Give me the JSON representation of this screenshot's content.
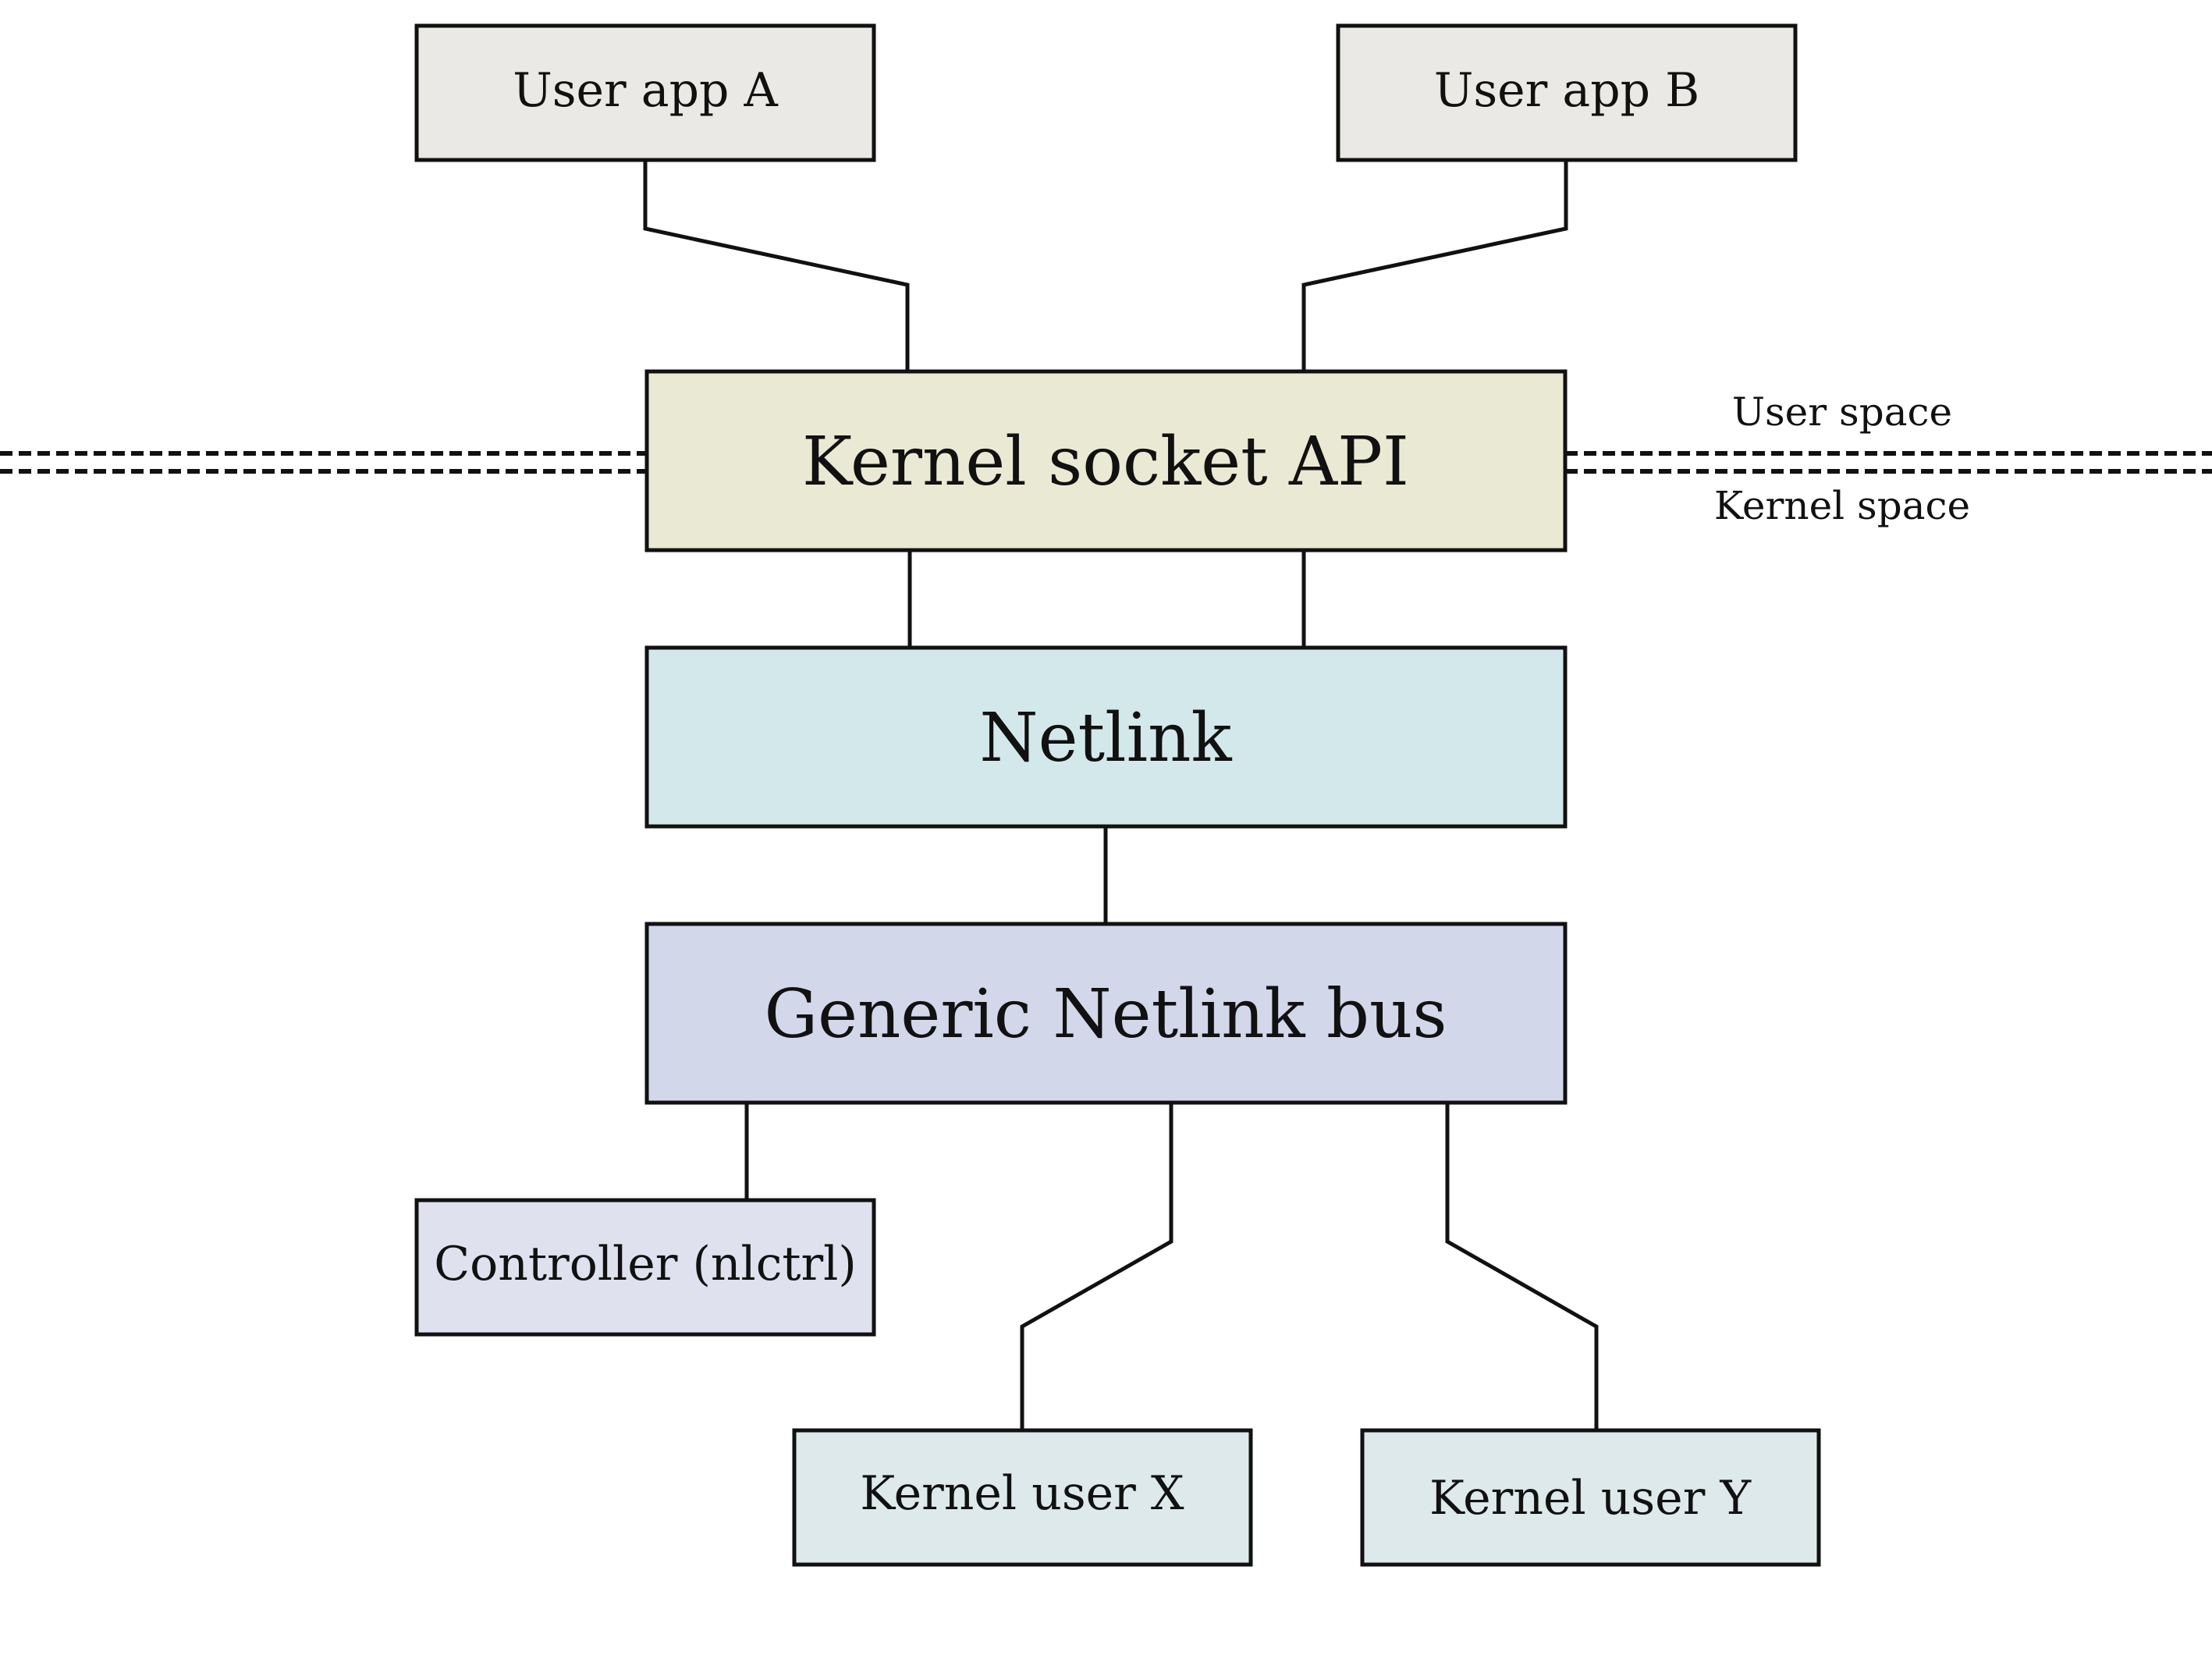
{
  "nodes": {
    "user_app_a": {
      "label": "User app A",
      "fill": "#eae9e5"
    },
    "user_app_b": {
      "label": "User app B",
      "fill": "#eae9e5"
    },
    "kernel_socket_api": {
      "label": "Kernel socket API",
      "fill": "#eae9d3"
    },
    "netlink": {
      "label": "Netlink",
      "fill": "#d3e8eb"
    },
    "generic_netlink_bus": {
      "label": "Generic Netlink bus",
      "fill": "#d3d7ea"
    },
    "controller": {
      "label": "Controller (nlctrl)",
      "fill": "#dfe2ee"
    },
    "kernel_user_x": {
      "label": "Kernel user X",
      "fill": "#dde9ea"
    },
    "kernel_user_y": {
      "label": "Kernel user Y",
      "fill": "#dde9ea"
    }
  },
  "boundary": {
    "user_space_label": "User space",
    "kernel_space_label": "Kernel space"
  },
  "edges": [
    {
      "from": "user_app_a",
      "to": "kernel_socket_api"
    },
    {
      "from": "user_app_b",
      "to": "kernel_socket_api"
    },
    {
      "from": "kernel_socket_api",
      "to": "netlink"
    },
    {
      "from": "kernel_socket_api",
      "to": "netlink"
    },
    {
      "from": "netlink",
      "to": "generic_netlink_bus"
    },
    {
      "from": "generic_netlink_bus",
      "to": "controller"
    },
    {
      "from": "generic_netlink_bus",
      "to": "kernel_user_x"
    },
    {
      "from": "generic_netlink_bus",
      "to": "kernel_user_y"
    }
  ]
}
